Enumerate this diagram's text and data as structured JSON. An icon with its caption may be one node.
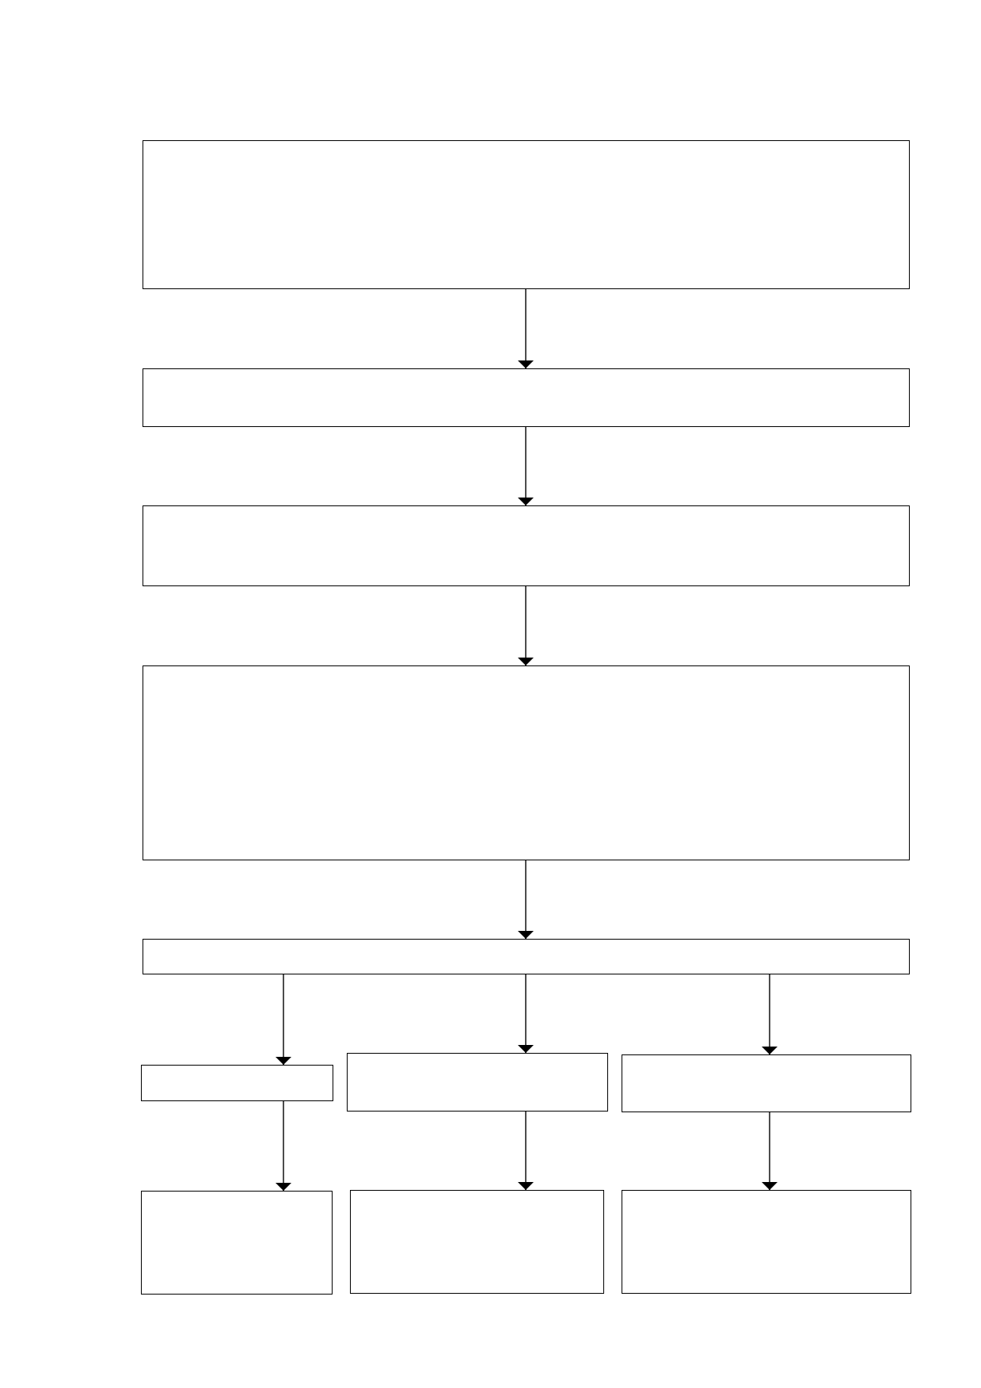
{
  "diagram": {
    "nodes": [
      {
        "text": [],
        "shape": "box"
      },
      {
        "text": [],
        "shape": "box"
      },
      {
        "text": [],
        "shape": "box"
      },
      {
        "text": [],
        "shape": "box"
      },
      {
        "text": [],
        "shape": "box"
      },
      {
        "text": [],
        "shape": "box"
      },
      {
        "text": [],
        "shape": "box"
      },
      {
        "text": [],
        "shape": "box"
      },
      {
        "text": [],
        "shape": "box"
      },
      {
        "text": [],
        "shape": "box"
      },
      {
        "text": [],
        "shape": "box"
      }
    ],
    "edges": [
      {
        "from": 0,
        "to": 1,
        "arrow": "to"
      },
      {
        "from": 1,
        "to": 2,
        "arrow": "to"
      },
      {
        "from": 2,
        "to": 3,
        "arrow": "to"
      },
      {
        "from": 3,
        "to": 4,
        "arrow": "to"
      },
      {
        "from": 4,
        "to": 5,
        "arrow": "to"
      },
      {
        "from": 4,
        "to": 6,
        "arrow": "to"
      },
      {
        "from": 4,
        "to": 7,
        "arrow": "to"
      },
      {
        "from": 5,
        "to": 8,
        "arrow": "to"
      },
      {
        "from": 6,
        "to": 9,
        "arrow": "to"
      },
      {
        "from": 7,
        "to": 10,
        "arrow": "to"
      }
    ]
  }
}
